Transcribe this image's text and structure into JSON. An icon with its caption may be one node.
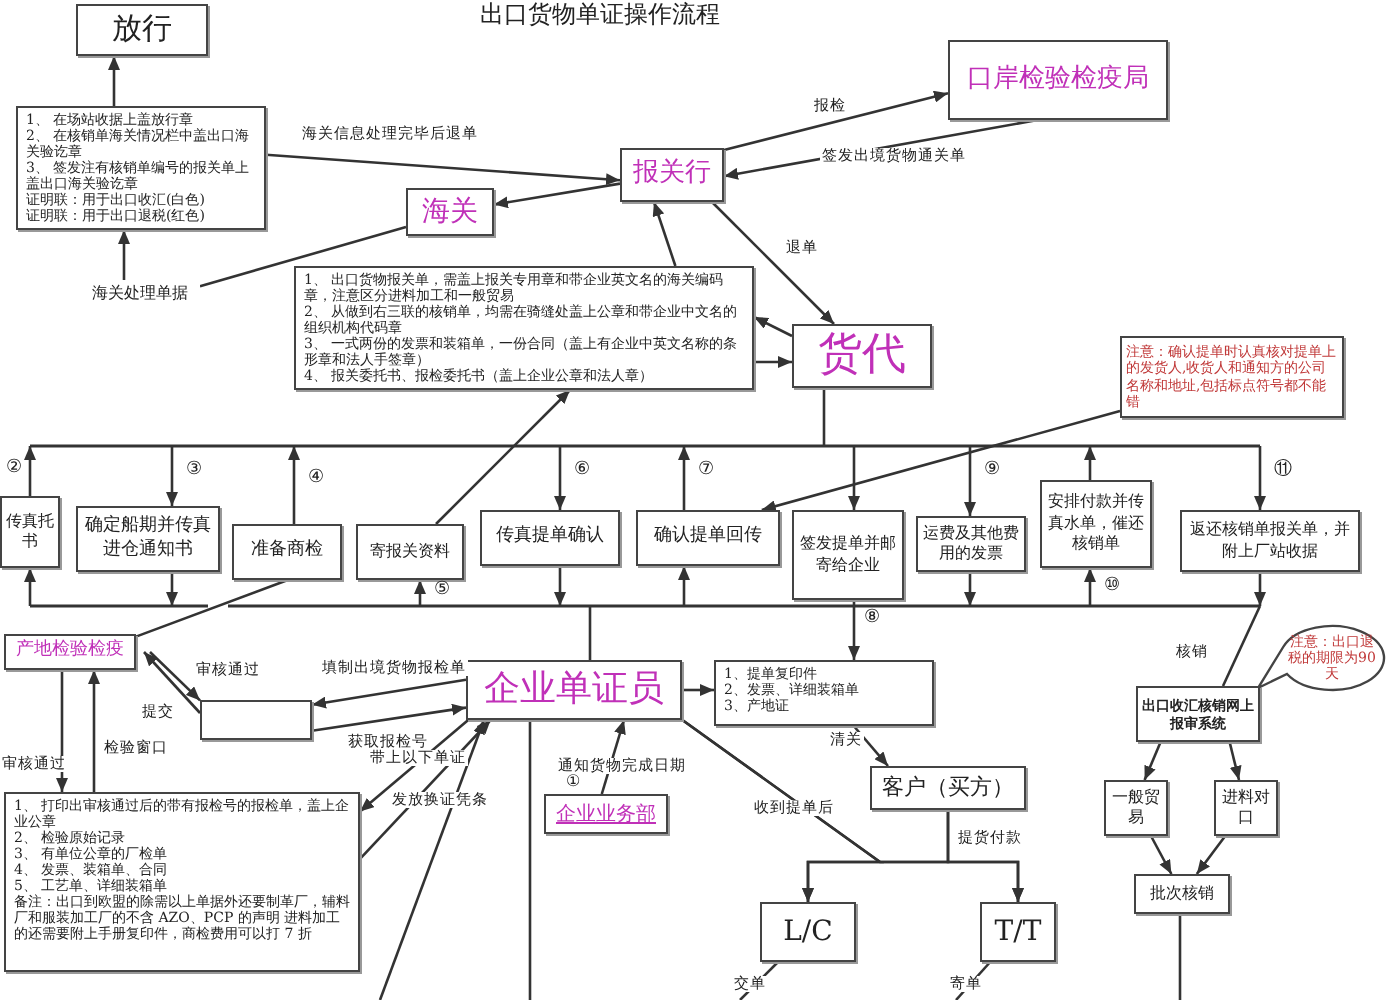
{
  "diagram": {
    "title": "出口货物单证操作流程",
    "nodes": [
      {
        "text": [
          "放行"
        ]
      },
      {
        "text": [
          "1、 在场站收据上盖放行章",
          "2、 在核销单海关情况栏中盖出口海关验讫章",
          "3、 签发注有核销单编号的报关单上盖出口海关验讫章",
          "证明联：用于出口收汇(白色)",
          "证明联：用于出口退税(红色)"
        ]
      },
      {
        "text": [
          "海关"
        ]
      },
      {
        "text": [
          "海关处理单据"
        ]
      },
      {
        "text": [
          "报关行"
        ]
      },
      {
        "text": [
          "口岸检验检疫局"
        ]
      },
      {
        "text": [
          "1、 出口货物报关单，需盖上报关专用章和带企业英文名的海关编码章，注意区分进料加工和一般贸易",
          "2、 从做到右三联的核销单，均需在骑缝处盖上公章和带企业中文名的组织机构代码章",
          "3、 一式两份的发票和装箱单，一份合同（盖上有企业中英文名称的条形章和法人手签章）",
          "4、 报关委托书、报检委托书（盖上企业公章和法人章）"
        ]
      },
      {
        "text": [
          "货代"
        ]
      },
      {
        "text": [
          "注意：确认提单时认真核对提单上的发货人,收货人和通知方的公司名称和地址,包括标点符号都不能错"
        ]
      },
      {
        "text": [
          "传真托书"
        ]
      },
      {
        "text": [
          "确定船期并传真进仓通知书"
        ]
      },
      {
        "text": [
          "准备商检"
        ]
      },
      {
        "text": [
          "寄报关资料"
        ]
      },
      {
        "text": [
          "传真提单确认"
        ]
      },
      {
        "text": [
          "确认提单回传"
        ]
      },
      {
        "text": [
          "签发提单并邮寄给企业"
        ]
      },
      {
        "text": [
          "运费及其他费用的发票"
        ]
      },
      {
        "text": [
          "安排付款并传真水单，催还核销单"
        ]
      },
      {
        "text": [
          "返还核销单报关单，并附上厂站收据"
        ]
      },
      {
        "text": [
          "产地检验检疫"
        ]
      },
      {
        "text": [],
        "shape": "box"
      },
      {
        "text": [
          "企业单证员"
        ]
      },
      {
        "text": [
          "1、 打印出审核通过后的带有报检号的报检单，盖上企业公章",
          "2、 检验原始记录",
          "3、 有单位公章的厂检单",
          "4、 发票、装箱单、合同",
          "5、 工艺单、详细装箱单",
          "备注：出口到欧盟的除需以上单据外还要制革厂，辅料厂和服装加工厂的不含 AZO、PCP 的声明 进料加工的还需要附上手册复印件，商检费用可以打 7 折"
        ]
      },
      {
        "text": [
          "企业业务部"
        ],
        "beside": [
          "①"
        ]
      },
      {
        "text": [
          "1、提单复印件",
          "2、发票、详细装箱单",
          "3、产地证"
        ]
      },
      {
        "text": [
          "客户（买方）"
        ]
      },
      {
        "text": [
          "L/C"
        ]
      },
      {
        "text": [
          "T/T"
        ]
      },
      {
        "text": [
          "注意：出口退税的期限为90天"
        ]
      },
      {
        "text": [
          "出口收汇核销网上报审系统"
        ]
      },
      {
        "text": [
          "一般贸易"
        ]
      },
      {
        "text": [
          "进料对口"
        ]
      },
      {
        "text": [
          "批次核销"
        ]
      }
    ],
    "edges": [
      {
        "from": 1,
        "to": 0,
        "arrow": "to"
      },
      {
        "from": 3,
        "to": 1,
        "arrow": "to"
      },
      {
        "from": 3,
        "to": 2,
        "arrow": "none"
      },
      {
        "from": 1,
        "to": 4,
        "arrow": "to",
        "label": "海关信息处理完毕后退单"
      },
      {
        "from": 4,
        "to": 2,
        "arrow": "to"
      },
      {
        "from": 4,
        "to": 5,
        "arrow": "to",
        "label": "报检"
      },
      {
        "from": 5,
        "to": 4,
        "arrow": "to",
        "label": "签发出境货物通关单"
      },
      {
        "from": 4,
        "to": 7,
        "arrow": "to",
        "label": "退单"
      },
      {
        "from": 6,
        "to": 4,
        "arrow": "to"
      },
      {
        "from": 7,
        "to": 6,
        "arrow": "to"
      },
      {
        "from": 6,
        "to": 7,
        "arrow": "to"
      },
      {
        "from": 8,
        "to": 14,
        "arrow": "to"
      },
      {
        "from": 7,
        "to": null,
        "arrow": "none"
      },
      {
        "from": 9,
        "to": null,
        "arrow": "to",
        "label": "②"
      },
      {
        "from": null,
        "to": 9,
        "arrow": "to"
      },
      {
        "from": null,
        "to": 10,
        "arrow": "to",
        "label": "③"
      },
      {
        "from": 10,
        "to": null,
        "arrow": "to"
      },
      {
        "from": 11,
        "to": null,
        "arrow": "to",
        "label": "④"
      },
      {
        "from": null,
        "to": 12,
        "arrow": "to",
        "label": "⑤"
      },
      {
        "from": null,
        "to": 13,
        "arrow": "to",
        "label": "⑥"
      },
      {
        "from": 13,
        "to": null,
        "arrow": "to"
      },
      {
        "from": 14,
        "to": null,
        "arrow": "to",
        "label": "⑦"
      },
      {
        "from": null,
        "to": 14,
        "arrow": "to"
      },
      {
        "from": null,
        "to": 15,
        "arrow": "to"
      },
      {
        "from": 12,
        "to": 6,
        "arrow": "to"
      },
      {
        "from": 15,
        "to": 24,
        "arrow": "to",
        "label": "⑧"
      },
      {
        "from": null,
        "to": 16,
        "arrow": "to",
        "label": "⑨"
      },
      {
        "from": 16,
        "to": null,
        "arrow": "to"
      },
      {
        "from": 17,
        "to": null,
        "arrow": "to"
      },
      {
        "from": null,
        "to": 17,
        "arrow": "to",
        "label": "⑩"
      },
      {
        "from": null,
        "to": 18,
        "arrow": "to",
        "label": "⑪"
      },
      {
        "from": 18,
        "to": null,
        "arrow": "to"
      },
      {
        "from": 11,
        "to": 19,
        "arrow": "none"
      },
      {
        "from": 19,
        "to": 20,
        "arrow": "to",
        "label": "审核通过"
      },
      {
        "from": 20,
        "to": 19,
        "arrow": "to",
        "label": "提交"
      },
      {
        "from": 19,
        "to": 22,
        "arrow": "to",
        "label": "审核通过"
      },
      {
        "from": 22,
        "to": 19,
        "arrow": "to",
        "label": "检验窗口"
      },
      {
        "from": 21,
        "to": 20,
        "arrow": "to",
        "label": "填制出境货物报检单"
      },
      {
        "from": 20,
        "to": 21,
        "arrow": "to",
        "label": "获取报检号"
      },
      {
        "from": 21,
        "to": 22,
        "arrow": "to",
        "label": "带上以下单证"
      },
      {
        "from": 22,
        "to": 21,
        "arrow": "to",
        "label": "发放换证凭条"
      },
      {
        "from": null,
        "to": 21,
        "arrow": "to"
      },
      {
        "from": 21,
        "to": null,
        "arrow": "none"
      },
      {
        "from": null,
        "to": 21,
        "arrow": "none"
      },
      {
        "from": 23,
        "to": 21,
        "arrow": "to",
        "label": "通知货物完成日期"
      },
      {
        "from": 21,
        "to": 24,
        "arrow": "to"
      },
      {
        "from": 24,
        "to": 25,
        "arrow": "to",
        "label": "清关"
      },
      {
        "from": 21,
        "to": 26,
        "arrow": "to",
        "label": "收到提单后"
      },
      {
        "from": 25,
        "to": 26,
        "arrow": "to",
        "label": "提货付款"
      },
      {
        "from": 25,
        "to": 27,
        "arrow": "to"
      },
      {
        "from": 26,
        "to": null,
        "arrow": "none",
        "label": "交单"
      },
      {
        "from": 27,
        "to": null,
        "arrow": "none",
        "label": "寄单"
      },
      {
        "from": null,
        "to": 29,
        "arrow": "none",
        "label": "核销"
      },
      {
        "from": 29,
        "to": 30,
        "arrow": "to"
      },
      {
        "from": 29,
        "to": 31,
        "arrow": "to"
      },
      {
        "from": 30,
        "to": 32,
        "arrow": "to"
      },
      {
        "from": 31,
        "to": 32,
        "arrow": "to"
      },
      {
        "from": 32,
        "to": null,
        "arrow": "none"
      },
      {
        "from": 21,
        "to": 27,
        "arrow": "to"
      }
    ]
  }
}
